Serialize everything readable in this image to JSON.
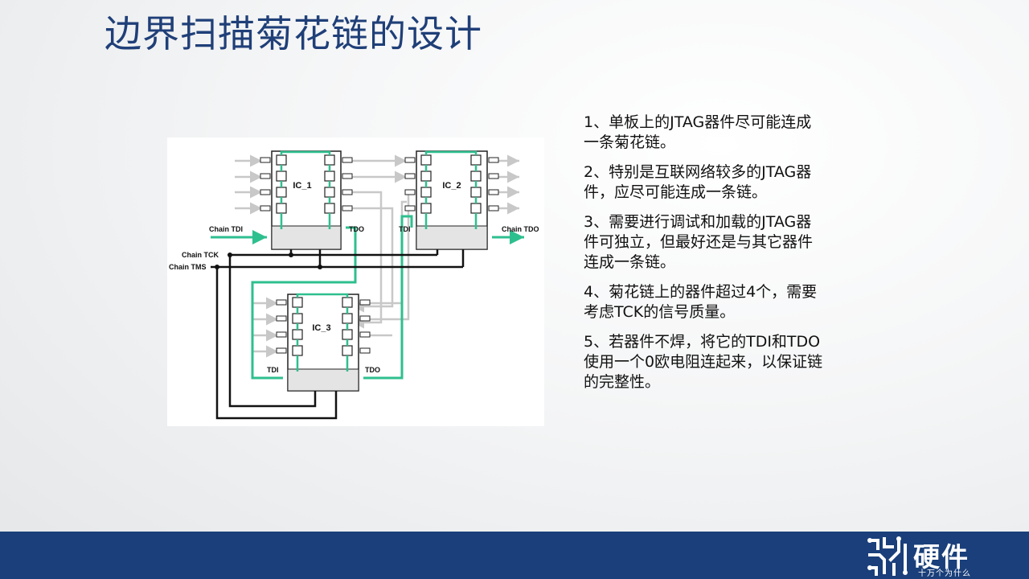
{
  "slide": {
    "title": "边界扫描菊花链的设计"
  },
  "diagram": {
    "chips": [
      {
        "label": "IC_1",
        "tdi": "Chain TDI",
        "tdo": "TDO"
      },
      {
        "label": "IC_2",
        "tdi": "TDI",
        "tdo": "Chain TDO"
      },
      {
        "label": "IC_3",
        "tdi": "TDI",
        "tdo": "TDO"
      }
    ],
    "signals": {
      "tck": "Chain TCK",
      "tms": "Chain TMS"
    },
    "colors": {
      "chain": "#2ebf8f",
      "wire": "#111111",
      "arrow": "#c8c8c8",
      "chip_fill": "#e4e4e4"
    }
  },
  "notes": [
    "1、单板上的JTAG器件尽可能连成一条菊花链。",
    "2、特别是互联网络较多的JTAG器件，应尽可能连成一条链。",
    "3、需要进行调试和加载的JTAG器件可独立，但最好还是与其它器件连成一条链。",
    "4、菊花链上的器件超过4个，需要考虑TCK的信号质量。",
    "5、若器件不焊，将它的TDI和TDO使用一个0欧电阻连起来，以保证链的完整性。"
  ],
  "footer": {
    "logo_main": "硬件",
    "logo_sub": "十万个为什么",
    "logo_icon": "circuit-logo-icon",
    "bar_color": "#1a3f7a"
  }
}
